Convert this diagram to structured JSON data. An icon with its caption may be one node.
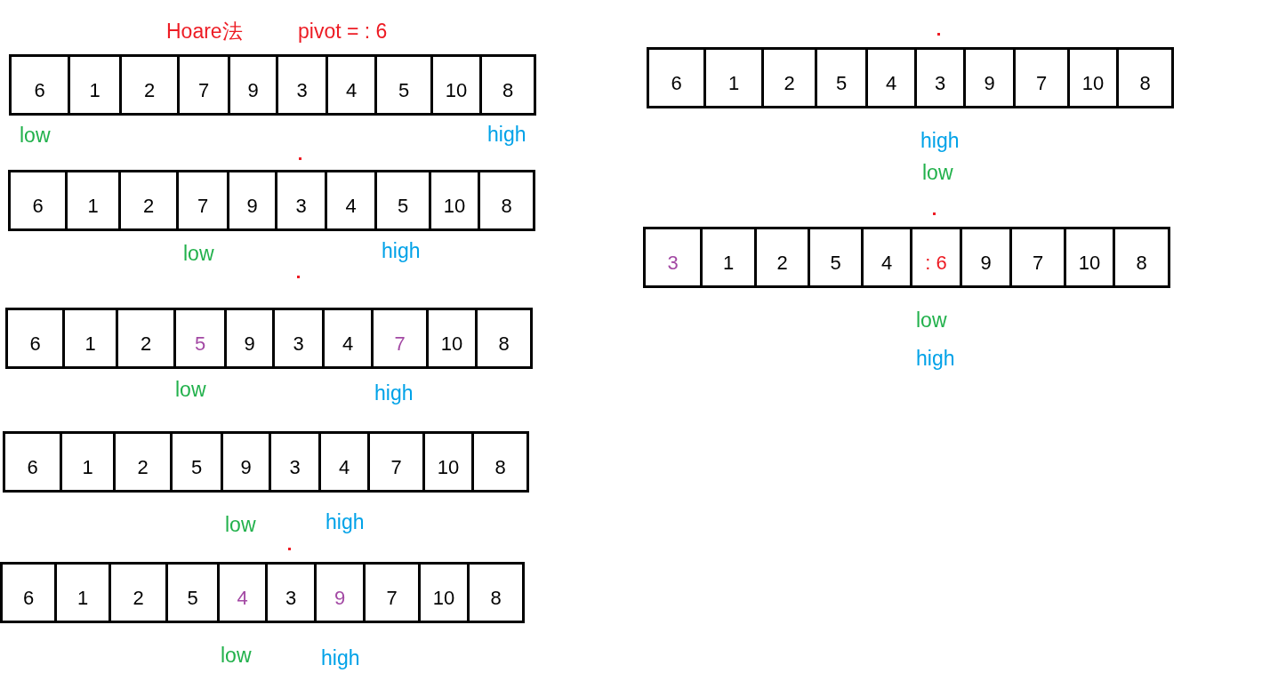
{
  "diagram": {
    "title": "Hoare法",
    "nodes": [
      {
        "text": [
          "6"
        ]
      },
      {
        "text": [
          "1"
        ]
      },
      {
        "text": [
          "2"
        ]
      },
      {
        "text": [
          "7"
        ]
      },
      {
        "text": [
          "9"
        ]
      },
      {
        "text": [
          "3"
        ]
      },
      {
        "text": [
          "4"
        ]
      },
      {
        "text": [
          "5"
        ]
      },
      {
        "text": [
          "10"
        ]
      },
      {
        "text": [
          "8"
        ]
      },
      {
        "text": [
          "6"
        ]
      },
      {
        "text": [
          "1"
        ]
      },
      {
        "text": [
          "2"
        ]
      },
      {
        "text": [
          "7"
        ]
      },
      {
        "text": [
          "9"
        ]
      },
      {
        "text": [
          "3"
        ]
      },
      {
        "text": [
          "4"
        ]
      },
      {
        "text": [
          "5"
        ]
      },
      {
        "text": [
          "10"
        ]
      },
      {
        "text": [
          "8"
        ]
      },
      {
        "text": [
          "6"
        ]
      },
      {
        "text": [
          "1"
        ]
      },
      {
        "text": [
          "2"
        ]
      },
      {
        "text": [
          "5"
        ]
      },
      {
        "text": [
          "9"
        ]
      },
      {
        "text": [
          "3"
        ]
      },
      {
        "text": [
          "4"
        ]
      },
      {
        "text": [
          "7"
        ]
      },
      {
        "text": [
          "10"
        ]
      },
      {
        "text": [
          "8"
        ]
      },
      {
        "text": [
          "6"
        ]
      },
      {
        "text": [
          "1"
        ]
      },
      {
        "text": [
          "2"
        ]
      },
      {
        "text": [
          "5"
        ]
      },
      {
        "text": [
          "9"
        ]
      },
      {
        "text": [
          "3"
        ]
      },
      {
        "text": [
          "4"
        ]
      },
      {
        "text": [
          "7"
        ]
      },
      {
        "text": [
          "10"
        ]
      },
      {
        "text": [
          "8"
        ]
      },
      {
        "text": [
          "6"
        ]
      },
      {
        "text": [
          "1"
        ]
      },
      {
        "text": [
          "2"
        ]
      },
      {
        "text": [
          "5"
        ]
      },
      {
        "text": [
          "4"
        ]
      },
      {
        "text": [
          "3"
        ]
      },
      {
        "text": [
          "9"
        ]
      },
      {
        "text": [
          "7"
        ]
      },
      {
        "text": [
          "10"
        ]
      },
      {
        "text": [
          "8"
        ]
      },
      {
        "text": [
          "6"
        ]
      },
      {
        "text": [
          "1"
        ]
      },
      {
        "text": [
          "2"
        ]
      },
      {
        "text": [
          "5"
        ]
      },
      {
        "text": [
          "4"
        ]
      },
      {
        "text": [
          "3"
        ]
      },
      {
        "text": [
          "9"
        ]
      },
      {
        "text": [
          "7"
        ]
      },
      {
        "text": [
          "10"
        ]
      },
      {
        "text": [
          "8"
        ]
      },
      {
        "text": [
          "3"
        ]
      },
      {
        "text": [
          "1"
        ]
      },
      {
        "text": [
          "2"
        ]
      },
      {
        "text": [
          "5"
        ]
      },
      {
        "text": [
          "4"
        ]
      },
      {
        "text": [
          ": 6"
        ]
      },
      {
        "text": [
          "9"
        ]
      },
      {
        "text": [
          "7"
        ]
      },
      {
        "text": [
          "10"
        ]
      },
      {
        "text": [
          "8"
        ]
      }
    ],
    "labels": [
      "pivot = : 6",
      "low",
      "high",
      "low",
      "high",
      "low",
      "high",
      "low",
      "high",
      "low",
      "high",
      "high",
      "low",
      "low",
      "high"
    ]
  }
}
